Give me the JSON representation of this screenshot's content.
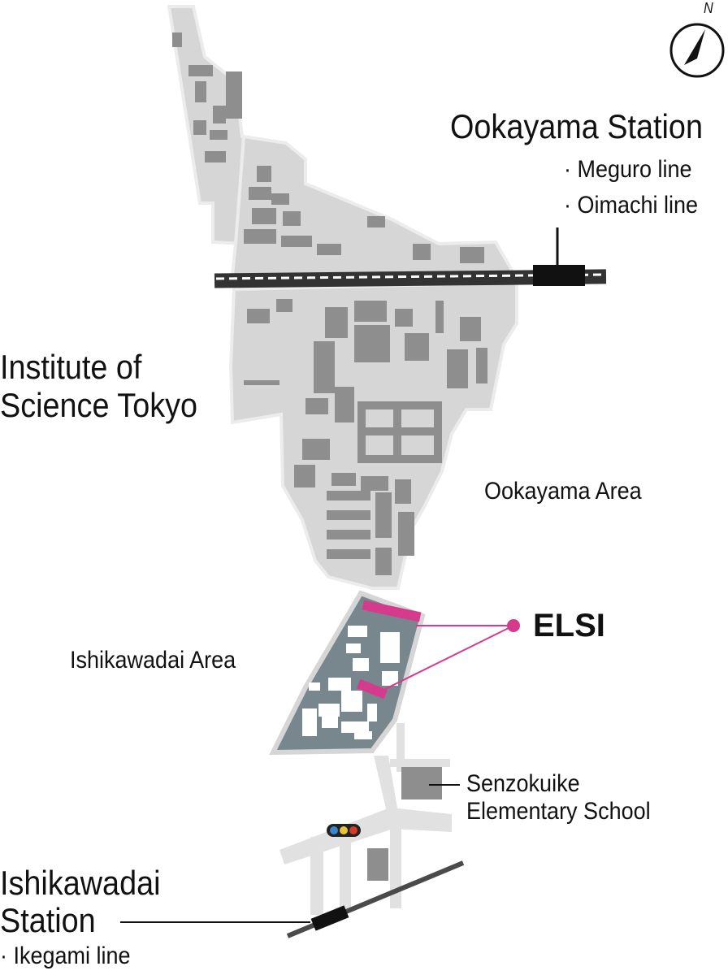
{
  "compass": {
    "north_label": "N",
    "icon": "north-arrow-icon"
  },
  "stations": {
    "ookayama": {
      "name": "Ookayama Station",
      "lines": [
        "· Meguro line",
        "· Oimachi line"
      ]
    },
    "ishikawadai": {
      "name_line1": "Ishikawadai",
      "name_line2": "Station",
      "lines": [
        "· Ikegami line"
      ]
    }
  },
  "institute": {
    "line1": "Institute of",
    "line2": "Science Tokyo"
  },
  "areas": {
    "ookayama": "Ookayama Area",
    "ishikawadai": "Ishikawadai Area"
  },
  "elsi": {
    "label": "ELSI",
    "color": "#d63a8c"
  },
  "school": {
    "line1": "Senzokuike",
    "line2": "Elementary School"
  },
  "colors": {
    "campus": "#d6d6d6",
    "building": "#8e8e8e",
    "ishikawadai_area": "#78868e",
    "station": "#111111",
    "road": "#e1e1e1"
  }
}
